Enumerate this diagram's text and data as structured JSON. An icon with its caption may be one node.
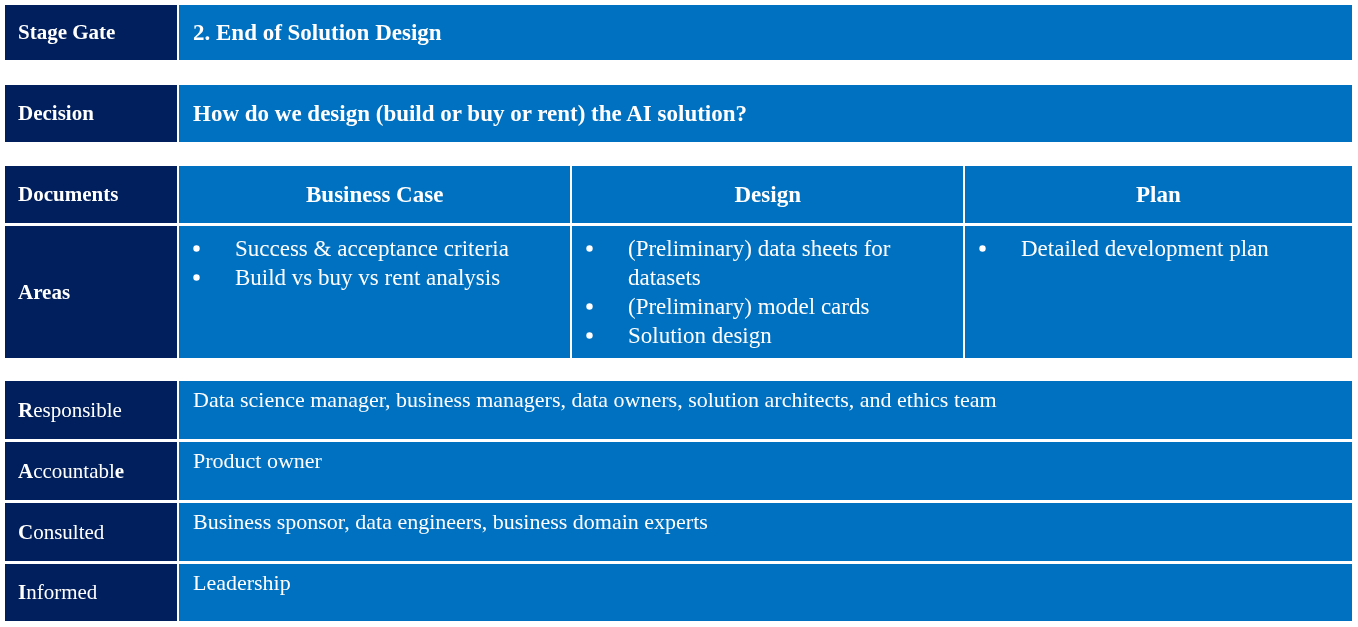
{
  "diagram": {
    "labels": [
      "Stage Gate",
      "2. End of Solution Design",
      "Decision",
      "How do we design (build or buy or rent) the AI solution?",
      "Documents",
      "Business Case",
      "Design",
      "Plan",
      "Areas",
      "Success & acceptance criteria",
      "Build vs buy vs rent analysis",
      "(Preliminary) data sheets for datasets",
      "(Preliminary) model cards",
      "Solution design",
      "Detailed development plan",
      "**R**esponsible",
      "Data science manager, business managers, data owners, solution architects, and ethics team",
      "**A**ccountabl**e**",
      "Product owner",
      "**C**onsulted",
      "Business sponsor, data engineers, business domain experts",
      "**I**nformed",
      "Leadership"
    ]
  }
}
